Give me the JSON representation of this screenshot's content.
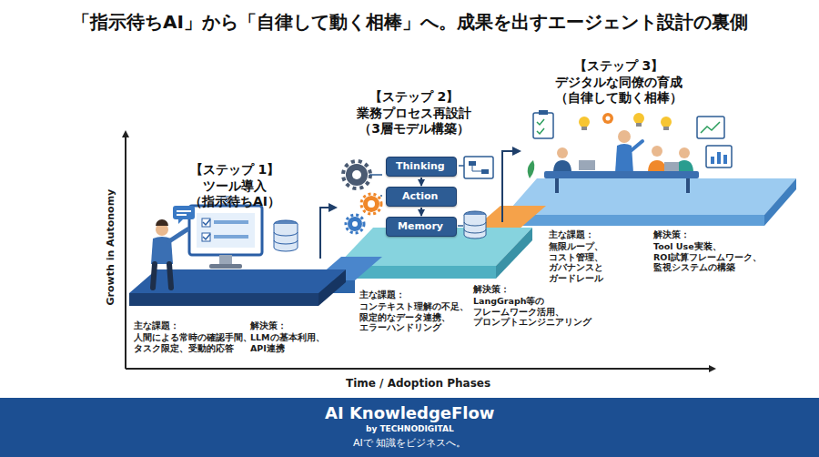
{
  "diagram": {
    "title": "「指示待ちAI」から「自律して動く相棒」へ。成果を出すエージェント設計の裏側",
    "nodes": [
      {
        "text": [
          "【ステップ 1】 ツール導入（指示待ちAI）",
          "主な課題：",
          "人間による常時の確認手間、 タスク限定、受動的応答",
          "解決策：",
          "LLMの基本利用、 API連携"
        ]
      },
      {
        "text": [
          "【ステップ 2】 業務プロセス再設計 （3層モデル構築）",
          "主な課題：",
          "コンテキスト理解の不足、 限定的なデータ連携、 エラーハンドリング",
          "解決策：",
          "LangGraph等の フレームワーク活用、 プロンプトエンジニアリング"
        ]
      },
      {
        "text": [
          "Thinking"
        ],
        "in": 1
      },
      {
        "text": [
          "Action"
        ],
        "in": 1
      },
      {
        "text": [
          "Memory"
        ],
        "in": 1
      },
      {
        "text": [
          "【ステップ 3】 デジタルな同僚の育成 （自律して動く相棒）",
          "主な課題：",
          "無限ループ、 コスト管理、 ガバナンスと ガードレール",
          "解決策：",
          "Tool Use実装、 ROI試算フレームワーク、 監視システムの構築"
        ]
      },
      {
        "text": [
          "AI KnowledgeFlow",
          "by TECHNODIGITAL",
          "AIで 知識をビジネスへ。"
        ]
      }
    ],
    "edges": [
      {
        "from": 2,
        "to": 3,
        "arrow": "to"
      },
      {
        "from": 3,
        "to": 4,
        "arrow": "to"
      }
    ],
    "labels": [
      "Growth in Autonomy",
      "Time / Adoption Phases"
    ]
  }
}
